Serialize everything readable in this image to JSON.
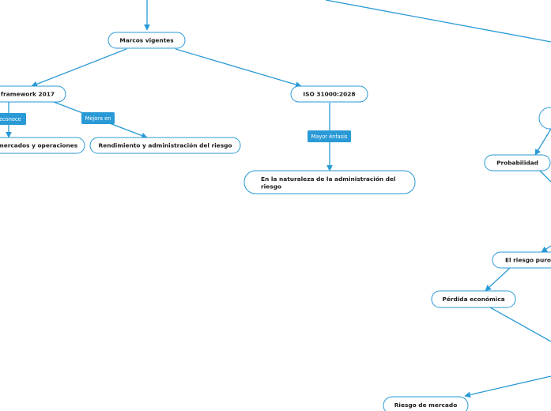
{
  "nodes": {
    "marcos_vigentes": "Marcos vigentes",
    "framework_2017": "framework 2017",
    "iso_31000": "ISO 31000:2028",
    "mercados_operaciones": "mercados y operaciones",
    "rendimiento": "Rendimiento y administración del riesgo",
    "naturaleza_line1": "En la naturaleza de la administración del",
    "naturaleza_line2": "riesgo",
    "probabilidad": "Probabilidad",
    "riesgo_puro": "El riesgo puro",
    "perdida_economica": "Pérdida económica",
    "riesgo_mercado": "Riesgo de mercado"
  },
  "tags": {
    "reconoce": "econoce",
    "mejora_en": "Mejora en",
    "mayor_enfasis": "Mayor énfasis"
  },
  "colors": {
    "connector": "#2a9ad6",
    "node_border": "#2a9ad6",
    "tag_fill": "#2a9ad6",
    "text": "#1a1a1a"
  }
}
